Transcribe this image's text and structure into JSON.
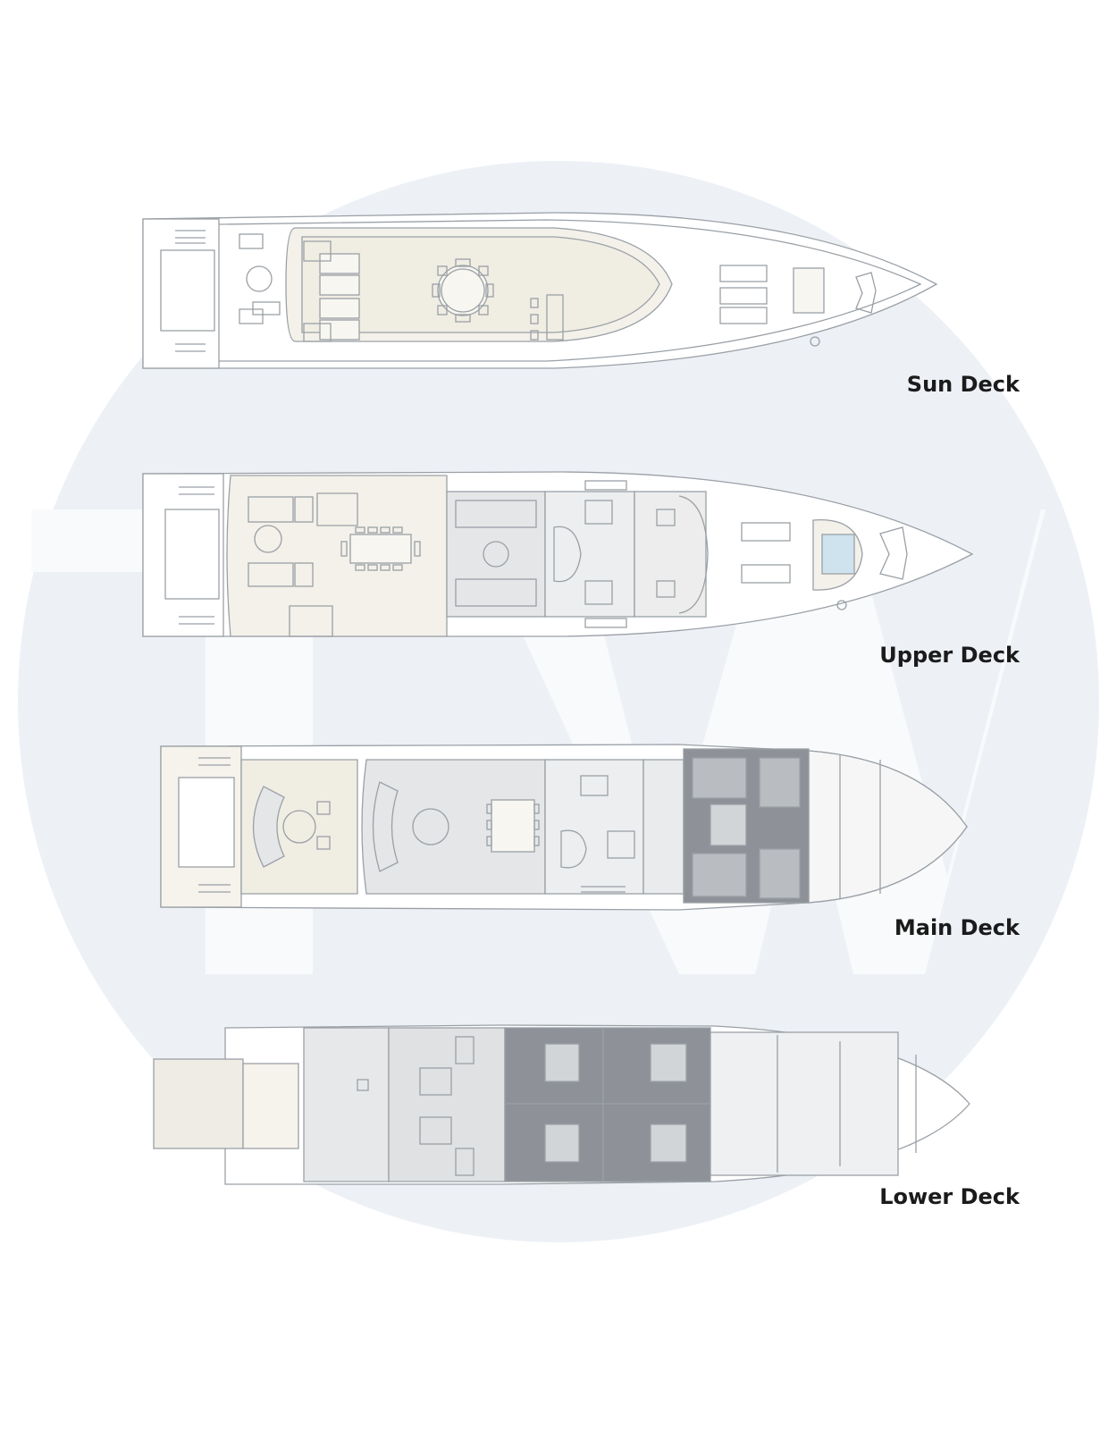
{
  "decks": [
    {
      "id": "sun",
      "label": "Sun Deck"
    },
    {
      "id": "upper",
      "label": "Upper Deck"
    },
    {
      "id": "main",
      "label": "Main Deck"
    },
    {
      "id": "lower",
      "label": "Lower Deck"
    }
  ],
  "watermark": {
    "text": "TW",
    "color": "#e9eef5"
  },
  "colors": {
    "outline": "#9aa0a6",
    "deck_fill": "#f3f1e9",
    "interior_fill": "#e4e6e8",
    "dark_interior": "#8e9298",
    "glass": "#cfe3ef"
  }
}
